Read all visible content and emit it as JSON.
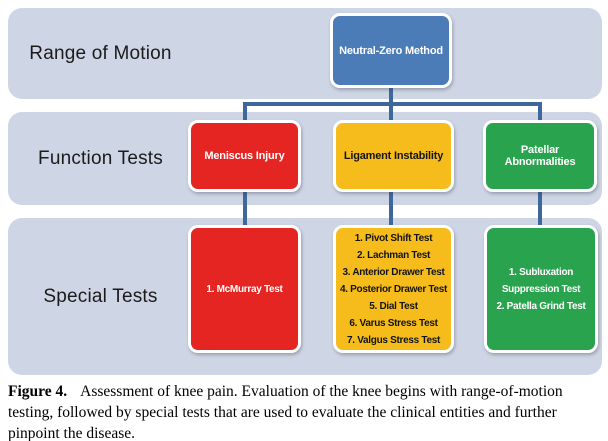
{
  "rows": [
    {
      "label": "Range of Motion"
    },
    {
      "label": "Function Tests"
    },
    {
      "label": "Special Tests"
    }
  ],
  "root_box": {
    "label": "Neutral-Zero Method"
  },
  "columns": [
    {
      "function_label": "Meniscus Injury",
      "special_tests": [
        "1. McMurray Test"
      ]
    },
    {
      "function_label": "Ligament Instability",
      "special_tests": [
        "1. Pivot Shift Test",
        "2. Lachman Test",
        "3. Anterior Drawer Test",
        "4. Posterior Drawer Test",
        "5. Dial Test",
        "6. Varus Stress Test",
        "7. Valgus Stress Test"
      ]
    },
    {
      "function_label": "Patellar Abnormalities",
      "special_tests": [
        "1. Subluxation Suppression Test",
        "2. Patella Grind Test"
      ]
    }
  ],
  "caption": {
    "label": "Figure 4.",
    "text": "Assessment of knee pain. Evaluation of the knee begins with range-of-motion testing, followed by special tests that are used to evaluate the clinical entities and further pinpoint the disease."
  },
  "colors": {
    "band_bg": "#ced5e4",
    "root_box_blue": "#4b7cb8",
    "connector_blue": "#3e689c",
    "meniscus_red": "#e42522",
    "ligament_yellow": "#f5bc1c",
    "patellar_green": "#2aa34f"
  }
}
